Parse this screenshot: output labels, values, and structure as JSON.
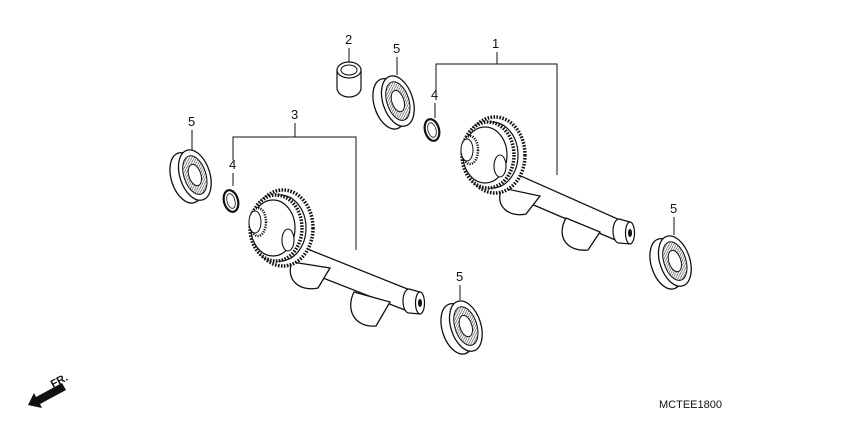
{
  "diagram": {
    "callouts": [
      {
        "id": "c1",
        "label": "1"
      },
      {
        "id": "c2",
        "label": "2"
      },
      {
        "id": "c3",
        "label": "3"
      },
      {
        "id": "c4a",
        "label": "4"
      },
      {
        "id": "c4b",
        "label": "4"
      },
      {
        "id": "c5a",
        "label": "5"
      },
      {
        "id": "c5b",
        "label": "5"
      },
      {
        "id": "c5c",
        "label": "5"
      },
      {
        "id": "c5d",
        "label": "5"
      }
    ],
    "direction_label": "FR.",
    "drawing_code": "MCTEE1800"
  }
}
